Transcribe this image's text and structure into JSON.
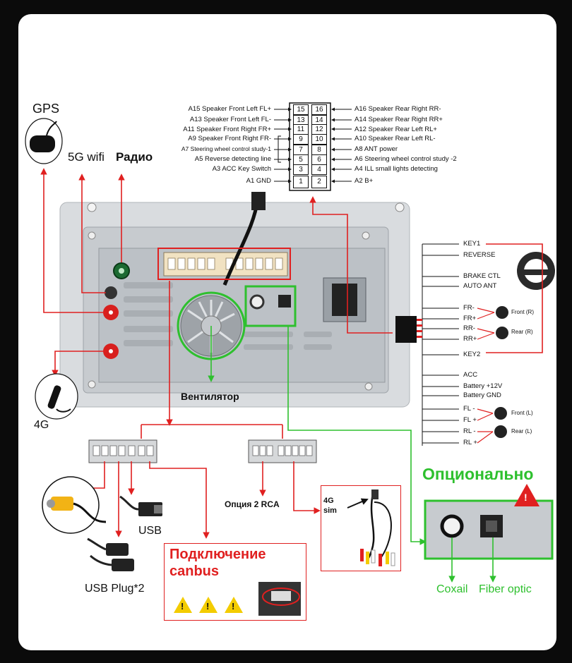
{
  "harness_pins": {
    "left": [
      {
        "label": "A15  Speaker Front Left FL+",
        "pin": "15"
      },
      {
        "label": "A13  Speaker Front Left FL-",
        "pin": "13"
      },
      {
        "label": "A11  Speaker Front Right FR+",
        "pin": "11"
      },
      {
        "label": "A9   Speaker Front Right FR-",
        "pin": "9"
      },
      {
        "label": "A7   Steering wheel control study-1",
        "pin": "7"
      },
      {
        "label": "A5   Reverse detecting line",
        "pin": "5"
      },
      {
        "label": "A3 ACC Key Switch",
        "pin": "3"
      },
      {
        "label": "A1 GND",
        "pin": "1"
      }
    ],
    "right": [
      {
        "label": "A16 Speaker Rear Right RR-",
        "pin": "16"
      },
      {
        "label": "A14 Speaker Rear Right RR+",
        "pin": "14"
      },
      {
        "label": "A12 Speaker Rear Left RL+",
        "pin": "12"
      },
      {
        "label": "A10 Speaker Rear Left RL-",
        "pin": "10"
      },
      {
        "label": "A8   ANT power",
        "pin": "8"
      },
      {
        "label": "A6   Steering wheel control study -2",
        "pin": "6"
      },
      {
        "label": "A4   ILL small lights detecting",
        "pin": "4"
      },
      {
        "label": "A2   B+",
        "pin": "2"
      }
    ]
  },
  "side_signals": [
    "KEY1",
    "REVERSE",
    "BRAKE CTL",
    "AUTO ANT",
    "FR-",
    "FR+",
    "RR-",
    "RR+",
    "KEY2",
    "ACC",
    "Battery +12V",
    "Battery GND",
    "FL -",
    "FL +",
    "RL -",
    "RL +"
  ],
  "speakers": {
    "front_r": "Front (R)",
    "rear_r": "Rear (R)",
    "front_l": "Front (L)",
    "rear_l": "Rear (L)"
  },
  "labels": {
    "gps": "GPS",
    "wifi": "5G wifi",
    "radio": "Радио",
    "lte": "4G",
    "fan": "Вентилятор",
    "optional": "Опционально",
    "coaxial": "Coxail",
    "fiber": "Fiber optic",
    "usb": "USB",
    "usb_plug": "USB Plug*2",
    "rca": "Опция 2 RCA",
    "sim": "4G\nsim",
    "canbus": "Подключение\ncanbus"
  },
  "colors": {
    "red_wire": "#e02020",
    "green_wire": "#2ec02e",
    "warning": "#f3cc00"
  }
}
